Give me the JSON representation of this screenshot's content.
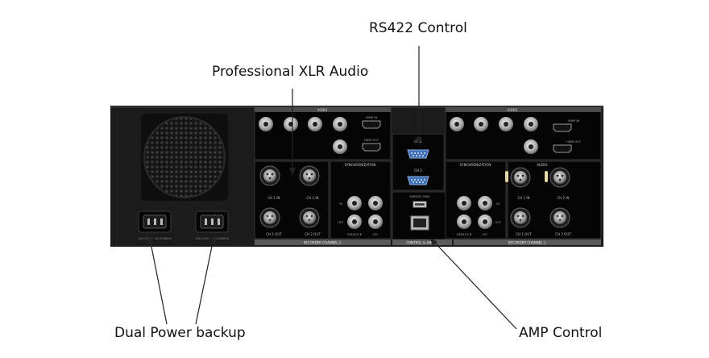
{
  "callouts": {
    "rs422": "RS422 Control",
    "xlr_audio": "Professional XLR Audio",
    "dual_power": "Dual Power backup",
    "amp_control": "AMP Control"
  },
  "panel_labels": {
    "video_left": "VIDEO",
    "video_right": "VIDEO",
    "sync_left": "SYNCHRONIZATION",
    "sync_right": "SYNCHRONIZATION",
    "audio_right": "AUDIO",
    "recorder_ch2": "RECORDER CHANNEL 2",
    "recorder_ch1": "RECORDER CHANNEL 1",
    "control_amp": "CONTROL & AMP",
    "ch1": "CH 1",
    "ch2": "CH 2",
    "service_only": "SERVICE ONLY"
  },
  "port_labels": {
    "hdmi_in": "HDMI IN",
    "hdmi_out": "HDMI OUT",
    "ch1_in": "CH 1 IN",
    "ch2_in": "CH 2 IN",
    "ch1_out": "CH 1 OUT",
    "ch2_out": "CH 2 OUT",
    "in": "IN",
    "out": "OUT",
    "genlock": "GENLOCK",
    "ltc": "LTC",
    "psu_rating": "100-240V~ 4A 50/60Hz"
  },
  "colors": {
    "chassis": "#1b1b1b",
    "panel": "#050505",
    "label_strip": "#5a5a5a",
    "bnc_metal": "#c9c9c9",
    "db9_blue": "#3d6fb6",
    "leader_line": "#222222"
  }
}
